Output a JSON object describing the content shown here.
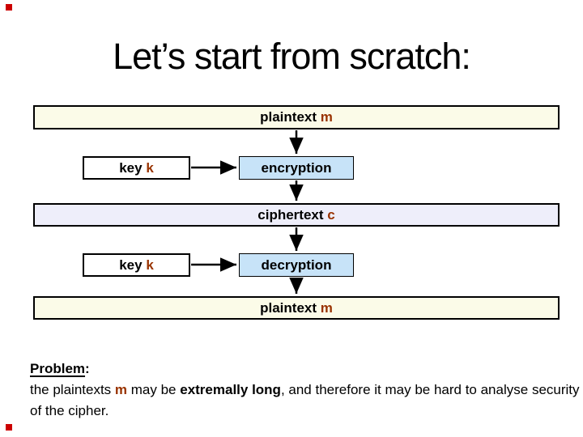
{
  "slide": {
    "title": "Let’s start from scratch:",
    "accent_color": "#993300",
    "corner_marker_color": "#cc0000",
    "background_color": "#ffffff"
  },
  "diagram": {
    "colors": {
      "plaintext_bg": "#fbfbe8",
      "ciphertext_bg": "#eeeefa",
      "process_bg": "#c7e3f8",
      "key_bg": "#ffffff",
      "border": "#000000",
      "arrow": "#000000"
    },
    "plaintext_top": {
      "label": "plaintext ",
      "var": "m"
    },
    "key_top": {
      "label": "key ",
      "var": "k"
    },
    "encryption": {
      "label": "encryption"
    },
    "ciphertext": {
      "label": "ciphertext ",
      "var": "c"
    },
    "key_bottom": {
      "label": "key ",
      "var": "k"
    },
    "decryption": {
      "label": "decryption"
    },
    "plaintext_bottom": {
      "label": "plaintext ",
      "var": "m"
    }
  },
  "problem": {
    "heading": "Problem",
    "colon": ":",
    "line_pre": "the plaintexts ",
    "line_var": "m",
    "line_mid": " may be ",
    "line_bold": "extremally long",
    "line_post": ", and therefore it may be hard to analyse",
    "line_end": "security of the cipher."
  }
}
